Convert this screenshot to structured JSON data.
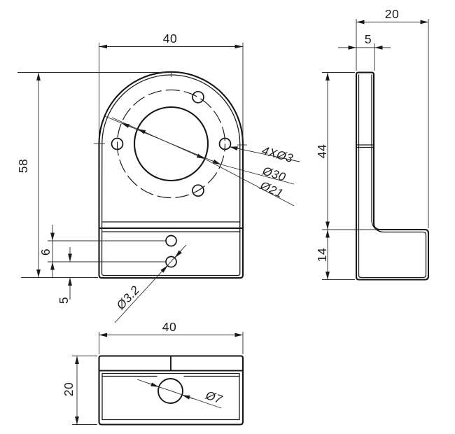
{
  "drawing": {
    "front_view": {
      "width": "40",
      "height": "58",
      "hole_pitch": "6",
      "hole_edge": "5",
      "holes_label": "4XØ3",
      "bolt_circle_label": "Ø30",
      "bore_label": "Ø21",
      "small_hole_label": "Ø3.2"
    },
    "side_view": {
      "depth": "20",
      "thickness": "5",
      "upper_height": "44",
      "base_height": "14"
    },
    "bottom_view": {
      "width": "40",
      "depth": "20",
      "hole_label": "Ø7"
    }
  }
}
